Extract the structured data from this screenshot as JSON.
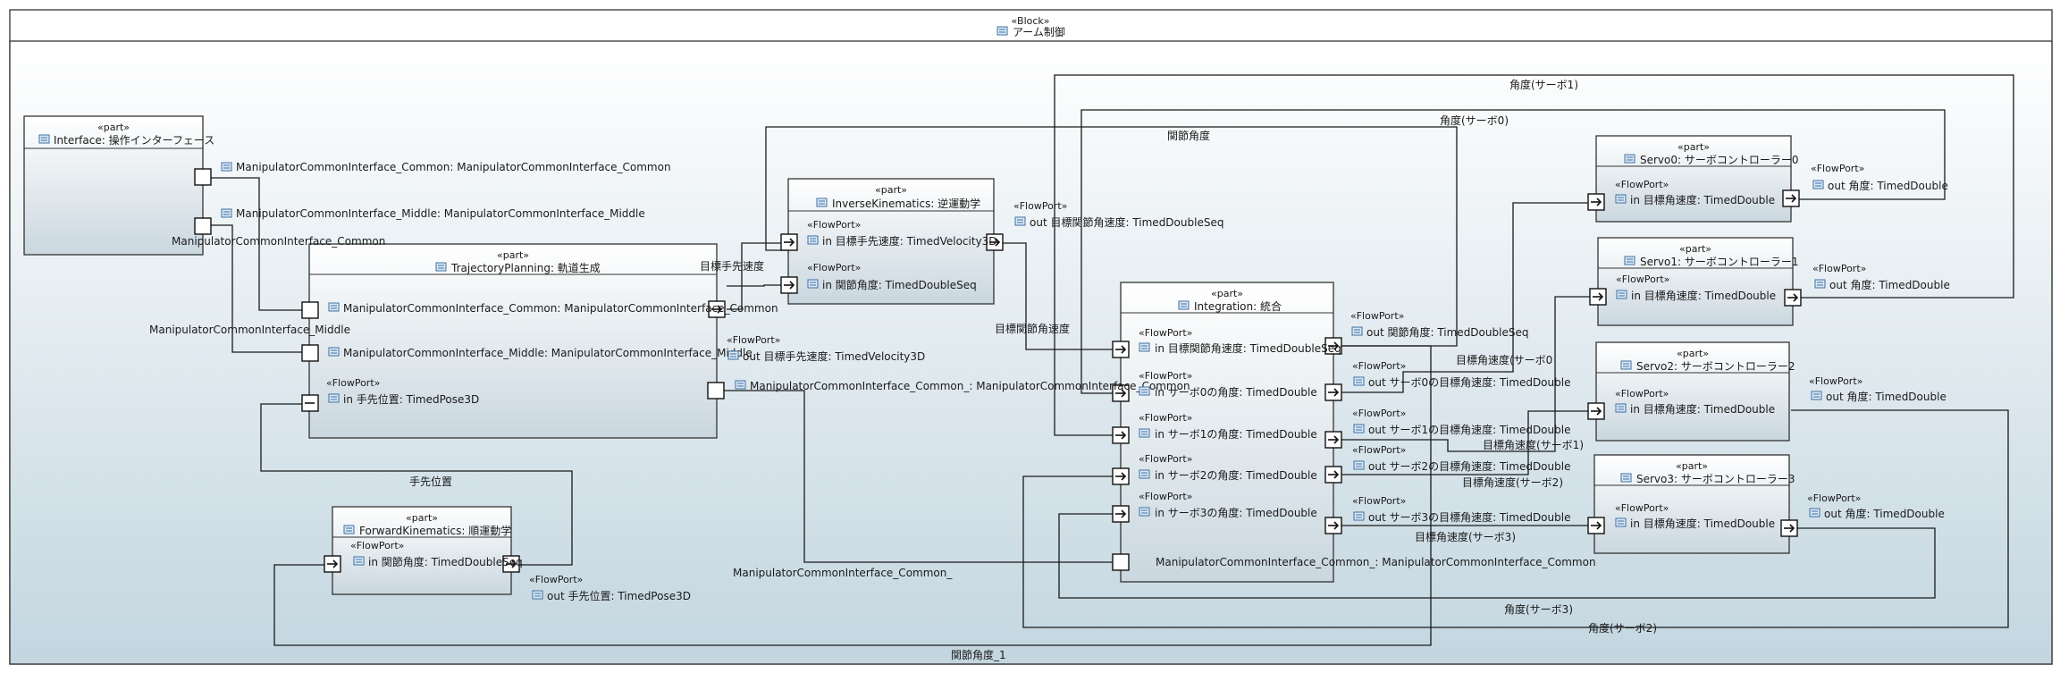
{
  "outer": {
    "stereotype": "«Block»",
    "name": "アーム制御"
  },
  "blocks": [
    {
      "id": "interface",
      "stereotype": "«part»",
      "name": "Interface: 操作インターフェース"
    },
    {
      "id": "traj",
      "stereotype": "«part»",
      "name": "TrajectoryPlanning: 軌道生成"
    },
    {
      "id": "ik",
      "stereotype": "«part»",
      "name": "InverseKinematics: 逆運動学"
    },
    {
      "id": "fk",
      "stereotype": "«part»",
      "name": "ForwardKinematics: 順運動学"
    },
    {
      "id": "integ",
      "stereotype": "«part»",
      "name": "Integration: 統合"
    },
    {
      "id": "servo0",
      "stereotype": "«part»",
      "name": "Servo0: サーボコントローラー0"
    },
    {
      "id": "servo1",
      "stereotype": "«part»",
      "name": "Servo1: サーボコントローラー1"
    },
    {
      "id": "servo2",
      "stereotype": "«part»",
      "name": "Servo2: サーボコントローラー2"
    },
    {
      "id": "servo3",
      "stereotype": "«part»",
      "name": "Servo3: サーボコントローラー3"
    }
  ],
  "flowport_stereo": "«FlowPort»",
  "ports": {
    "if_common": "ManipulatorCommonInterface_Common: ManipulatorCommonInterface_Common",
    "if_middle": "ManipulatorCommonInterface_Middle: ManipulatorCommonInterface_Middle",
    "tp_common": "ManipulatorCommonInterface_Common: ManipulatorCommonInterface_Common",
    "tp_middle": "ManipulatorCommonInterface_Middle: ManipulatorCommonInterface_Middle",
    "tp_in_pose": "in 手先位置: TimedPose3D",
    "tp_out_vel": "out 目標手先速度: TimedVelocity3D",
    "tp_common_": "ManipulatorCommonInterface_Common_: ManipulatorCommonInterface_Common",
    "ik_in_vel": "in 目標手先速度: TimedVelocity3D",
    "ik_in_angle": "in 関節角度: TimedDoubleSeq",
    "ik_out": "out 目標関節角速度: TimedDoubleSeq",
    "fk_in": "in 関節角度: TimedDoubleSeq",
    "fk_out": "out 手先位置: TimedPose3D",
    "int_in_target": "in 目標関節角速度: TimedDoubleSeq",
    "int_in_s0": "in サーボ0の角度: TimedDouble",
    "int_in_s1": "in サーボ1の角度: TimedDouble",
    "int_in_s2": "in サーボ2の角度: TimedDouble",
    "int_in_s3": "in サーボ3の角度: TimedDouble",
    "int_common_": "ManipulatorCommonInterface_Common_: ManipulatorCommonInterface_Common",
    "int_out_angle": "out 関節角度: TimedDoubleSeq",
    "int_out_s0": "out サーボ0の目標角速度: TimedDouble",
    "int_out_s1": "out サーボ1の目標角速度: TimedDouble",
    "int_out_s2": "out サーボ2の目標角速度: TimedDouble",
    "int_out_s3": "out サーボ3の目標角速度: TimedDouble",
    "s_in": "in 目標角速度: TimedDouble",
    "s_out": "out 角度: TimedDouble"
  },
  "connectors": {
    "c_common": "ManipulatorCommonInterface_Common",
    "c_middle": "ManipulatorCommonInterface_Middle",
    "c_common_": "ManipulatorCommonInterface_Common_",
    "c_target_vel": "目標手先速度",
    "c_target_jvel": "目標関節角速度",
    "c_joint_angle": "関節角度",
    "c_joint_angle_1": "関節角度_1",
    "c_hand_pos": "手先位置",
    "c_angle_s0": "角度(サーボ0)",
    "c_angle_s1": "角度(サーボ1)",
    "c_angle_s2": "角度(サーボ2)",
    "c_angle_s3": "角度(サーボ3)",
    "c_tvel_s0": "目標角速度(サーボ0",
    "c_tvel_s1": "目標角速度(サーボ1)",
    "c_tvel_s2": "目標角速度(サーボ2)",
    "c_tvel_s3": "目標角速度(サーボ3)"
  },
  "colors": {
    "grad_top": "#ffffff",
    "grad_bottom": "#c6d8e2",
    "line": "#1a1a1a"
  }
}
